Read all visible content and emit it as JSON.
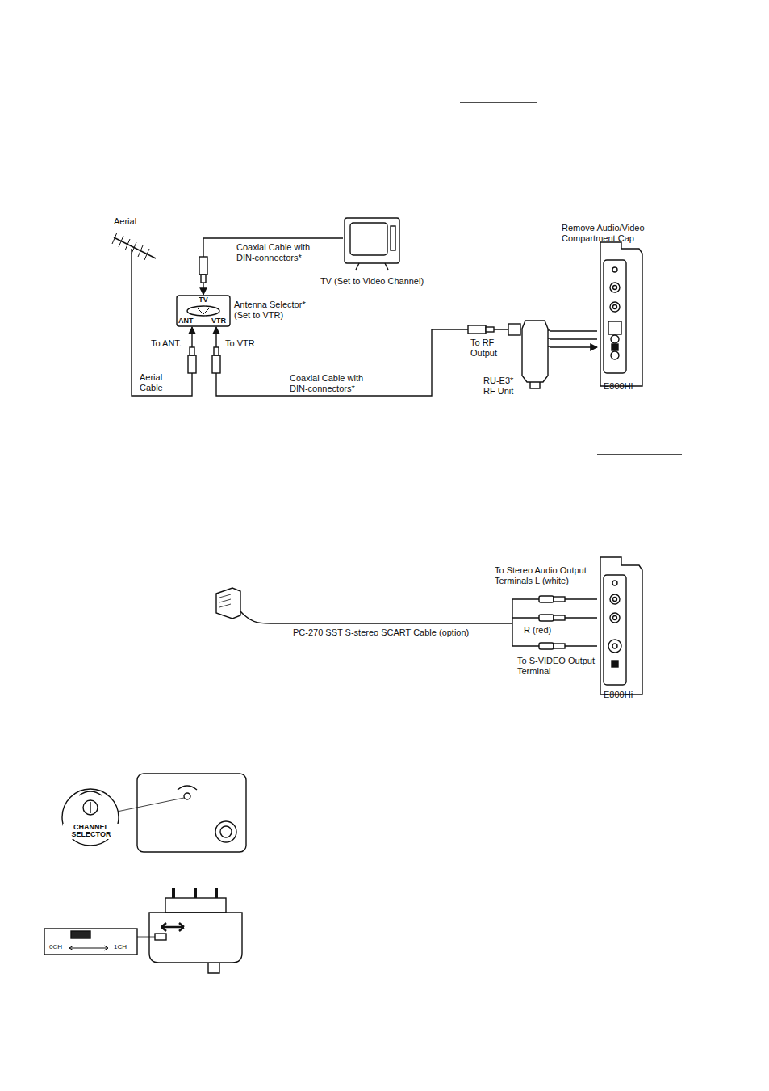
{
  "diagram": {
    "nodes": [
      {
        "text": [
          "Aerial"
        ]
      },
      {
        "text": [
          "TV (Set to Video Channel)"
        ]
      },
      {
        "text": [
          "TV",
          "ANT",
          "VTR",
          "Antenna Selector* (Set to VTR)"
        ]
      },
      {
        "text": [
          "RU-E3* RF Unit"
        ]
      },
      {
        "text": [
          "Remove Audio/Video Compartment Cap",
          "E800Hi"
        ]
      },
      {
        "text": [
          "E800Hi"
        ]
      }
    ],
    "edges": [
      {
        "from": 0,
        "to": 2,
        "arrow": "to",
        "label": "Aerial Cable"
      },
      {
        "from": 1,
        "to": 2,
        "arrow": "to",
        "label": "Coaxial Cable with DIN-connectors*"
      },
      {
        "from": 3,
        "to": 2,
        "arrow": "both",
        "label": "Coaxial Cable with DIN-connectors*"
      },
      {
        "from": 3,
        "to": 4,
        "arrow": "to"
      }
    ],
    "labels": [
      "To ANT.",
      "To VTR",
      "To RF Output",
      "To Stereo Audio Output Terminals L (white)",
      "R (red)",
      "PC-270 SST S-stereo SCART Cable (option)",
      "To S-VIDEO Output Terminal",
      "CHANNEL SELECTOR",
      "0CH",
      "1CH"
    ]
  }
}
